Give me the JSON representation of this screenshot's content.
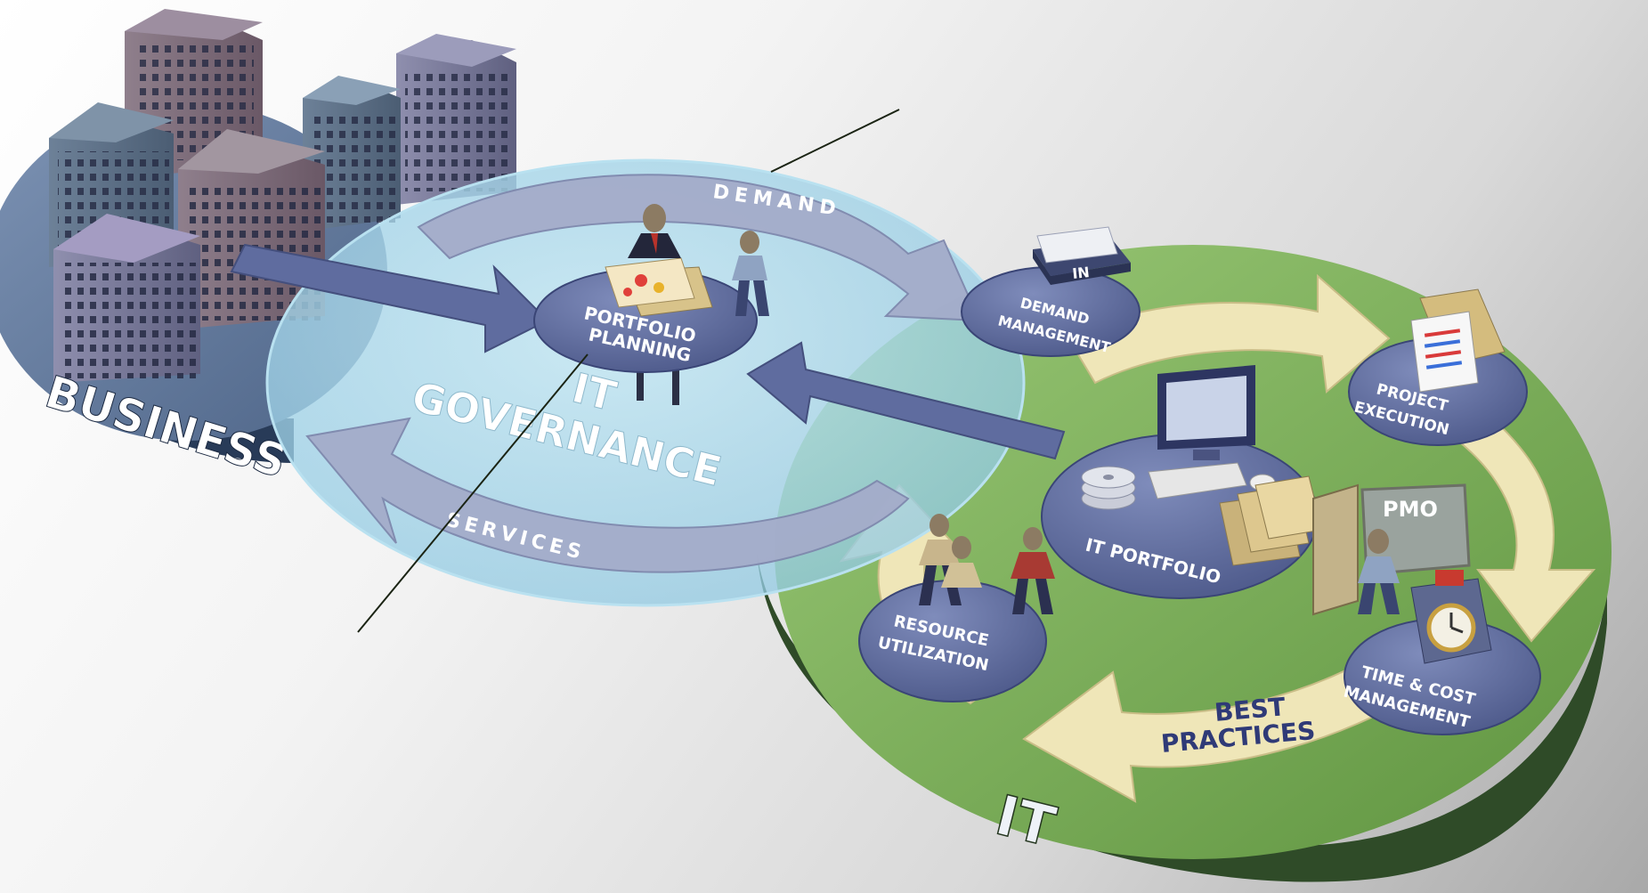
{
  "diagram": {
    "platforms": {
      "business": "BUSINESS",
      "it": "IT"
    },
    "governance": {
      "title_line1": "IT",
      "title_line2": "GOVERNANCE",
      "flow_top": "DEMAND",
      "flow_bottom": "SERVICES"
    },
    "hubs": {
      "portfolio_planning": [
        "PORTFOLIO",
        "PLANNING"
      ],
      "demand_management": [
        "DEMAND",
        "MANAGEMENT"
      ],
      "project_execution": [
        "PROJECT",
        "EXECUTION"
      ],
      "it_portfolio": "IT PORTFOLIO",
      "resource_utilization": [
        "RESOURCE",
        "UTILIZATION"
      ],
      "time_cost_management": [
        "TIME & COST",
        "MANAGEMENT"
      ]
    },
    "best_practices": [
      "BEST",
      "PRACTICES"
    ],
    "tray_label": "IN",
    "board_label": "PMO",
    "colors": {
      "business_platform": "#5b7396",
      "governance_disc": "#9cd0e6",
      "it_platform": "#78ad57",
      "hub_disc": "#5d6a9c",
      "flow_arrow": "#9ca4c4",
      "cycle_arrow": "#efe6b8",
      "connector_arrow": "#5f6c9f"
    }
  }
}
